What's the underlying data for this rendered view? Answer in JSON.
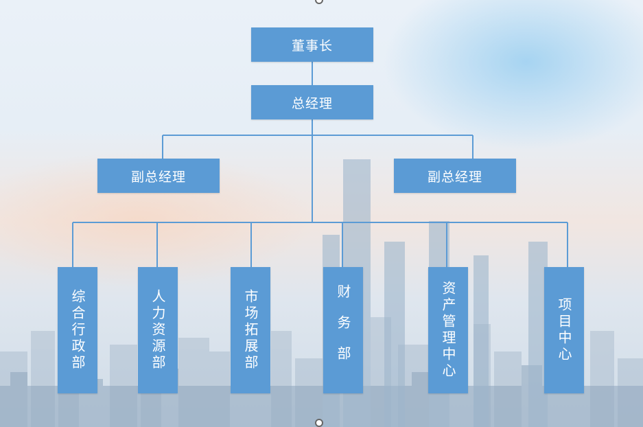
{
  "org_chart": {
    "chairman": "董事长",
    "general_manager": "总经理",
    "deputy_left": "副总经理",
    "deputy_right": "副总经理",
    "departments": [
      "综合行政部",
      "人力资源部",
      "市场拓展部",
      "财务部",
      "资产管理中心",
      "项目中心"
    ]
  },
  "colors": {
    "box_fill": "#5b9bd5",
    "box_text": "#ffffff",
    "connector": "#5b9bd5"
  }
}
